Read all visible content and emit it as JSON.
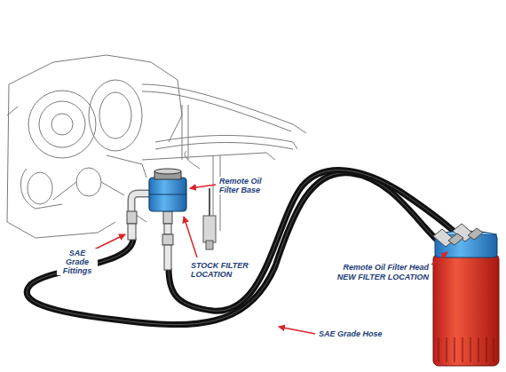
{
  "diagram": {
    "labels": [
      "Remote Oil Filter Base",
      "SAE Grade Fittings",
      "STOCK FILTER LOCATION",
      "Remote Oil Filter Head",
      "NEW FILTER LOCATION",
      "SAE Grade Hose"
    ]
  }
}
